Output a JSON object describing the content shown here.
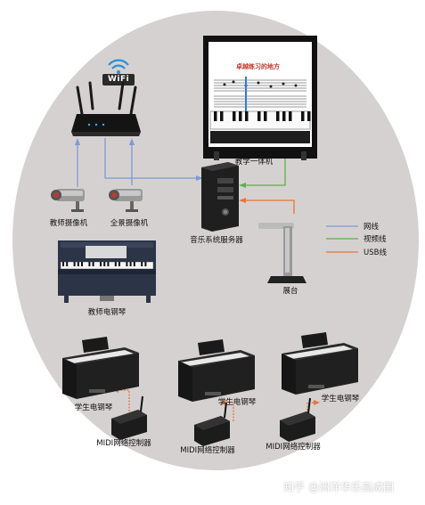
{
  "diagram": {
    "nodes": {
      "wifi_router": {
        "label": "",
        "badge": "WiFi"
      },
      "teacher_camera": {
        "label": "教师摄像机"
      },
      "panorama_camera": {
        "label": "全景摄像机"
      },
      "teaching_pc": {
        "label": "教学一体机",
        "score_title": "卓越练习的地方"
      },
      "music_server": {
        "label": "音乐系统服务器"
      },
      "document_camera": {
        "label": "展台"
      },
      "teacher_piano": {
        "label": "教师电钢琴"
      },
      "student_pianos": [
        {
          "piano_label": "学生电钢琴",
          "controller_label": "MIDI网络控制器"
        },
        {
          "piano_label": "学生电钢琴",
          "controller_label": "MIDI网络控制器"
        },
        {
          "piano_label": "学生电钢琴",
          "controller_label": "MIDI网络控制器"
        }
      ]
    },
    "legend": [
      {
        "label": "网线",
        "color": "#7a9cd6"
      },
      {
        "label": "视频线",
        "color": "#5db04a"
      },
      {
        "label": "USB线",
        "color": "#e8743b"
      }
    ],
    "colors": {
      "background_circle": "#d6d1d1",
      "network": "#7a9cd6",
      "video": "#5db04a",
      "usb": "#e8743b"
    }
  },
  "watermark": "知乎 @洲洋华乐高成国"
}
